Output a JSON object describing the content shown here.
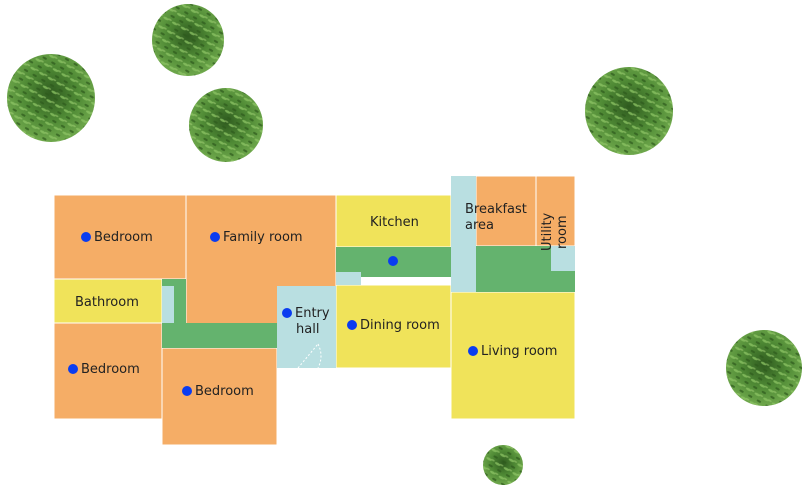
{
  "colors": {
    "bedroom": "#f5ad66",
    "common": "#f0e35a",
    "hallway": "#64b36e",
    "entry": "#b9dfe1",
    "marker": "#0a3cf0",
    "tree_dark": "#3f7a2c",
    "tree_light": "#7fb85a"
  },
  "rooms": {
    "bedroom_top": "Bedroom",
    "family_room": "Family room",
    "kitchen": "Kitchen",
    "breakfast_1": "Breakfast",
    "breakfast_2": "area",
    "utility_1": "Utility",
    "utility_2": "room",
    "bathroom": "Bathroom",
    "entry_1": "Entry",
    "entry_2": "hall",
    "dining_room": "Dining room",
    "living_room": "Living room",
    "bedroom_left": "Bedroom",
    "bedroom_bottom": "Bedroom"
  },
  "icons": {
    "tree": "tree-icon",
    "marker": "location-dot-icon"
  }
}
